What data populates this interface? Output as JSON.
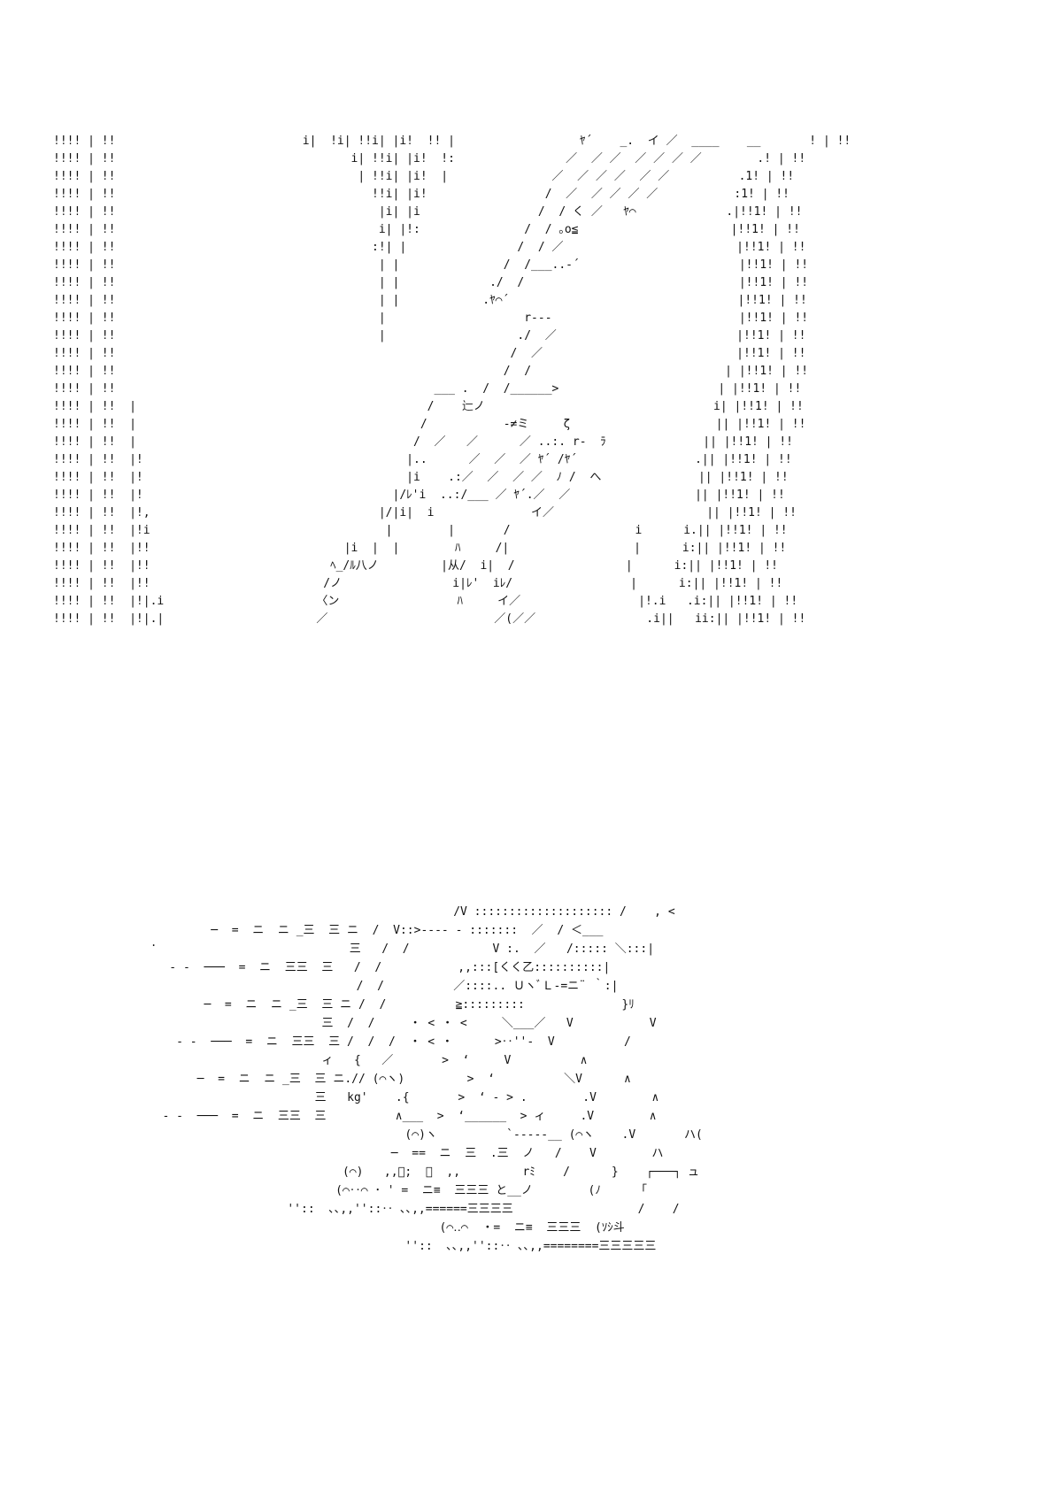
{
  "page": {
    "background": "#ffffff",
    "ink_color": "#111111"
  },
  "art": {
    "top_lines": [
      "!!!! | !!                           i|  !i| !!i| |i!  !! |                  ﾔ´    _.  イ ／  ____    __       ! | !!",
      "!!!! | !!                                  i| !!i| |i!  !:                ／  ／ ／  ／ ／ ／ ／        .! | !!",
      "!!!! | !!                                   | !!i| |i!  |               ／  ／ ／ ／  ／ ／          .1! | !!",
      "!!!! | !!                                     !!i| |i!                 /  ／  ／ ／ ／ ／           :1! | !!",
      "!!!! | !!                                      |i| |i                 /  / く ／   ﾔ⌒             .|!!1! | !!",
      "!!!! | !!                                      i| |!:               /  / ｡o≦                      |!!1! | !!",
      "!!!! | !!                                     :!| |                /  / ／                         |!!1! | !!",
      "!!!! | !!                                      | |               /  /___..-´                       |!!1! | !!",
      "!!!! | !!                                      | |             ./  /                               |!!1! | !!",
      "!!!! | !!                                      | |            .ﾔ⌒´                                 |!!1! | !!",
      "!!!! | !!                                      |                    r‐‐‐                           |!!1! | !!",
      "!!!! | !!                                      |                   ./  ／                          |!!1! | !!",
      "!!!! | !!                                                         /  ／                            |!!1! | !!",
      "!!!! | !!                                                        /  /                            | |!!1! | !!",
      "!!!! | !!                                              ___ .  /  /______>                       | |!!1! | !!",
      "!!!! | !!  |                                          /    辷ノ                                 i| |!!1! | !!",
      "!!!! | !!  |                                         /           -≠ミ     ζ                     || |!!1! | !!",
      "!!!! | !!  |                                        /  ／   ／      ／ ..:. r‐  ﾗ              || |!!1! | !!",
      "!!!! | !!  |!                                      |..      ／  ／  ／ ﾔ´ /ﾔ´                 .|| |!!1! | !!",
      "!!!! | !!  |!                                      |i    .:／  ／  ／ ／  ﾉ /  へ              || |!!1! | !!",
      "!!!! | !!  |!                                    |/ﾚ'i  ..:/___ ／ ﾔ´.／  ／                  || |!!1! | !!",
      "!!!! | !!  |!,                                 |/|i|  i              イ／                      || |!!1! | !!",
      "!!!! | !!  |!i                                  |        |       /                  i      i.|| |!!1! | !!",
      "!!!! | !!  |!!                            |i  |  |        ﾊ     /|                  |      i:|| |!!1! | !!",
      "!!!! | !!  |!!                          ﾍ_/ﾙ八ノ         |从/  i|  /                |      i:|| |!!1! | !!",
      "!!!! | !!  |!!                         /ノ                i|ﾚ'  iﾚ/                 |      i:|| |!!1! | !!",
      "!!!! | !!  |!|.i                      〈ン                 ﾊ     イ／                 |!.i   .i:|| |!!1! | !!",
      "!!!! | !!  |!|.|                      ／                        ／(／／                .i||   ii:|| |!!1! | !!"
    ],
    "bottom_lines": [
      "                                             /V :::::::::::::::::::: /    , <",
      "          ─  =  ニ  ニ ̲三  三 ニ  /  V::>‐‐‐‐ ‐ :::::::  ／  / ＜___",
      "                              三   /  /            V :.  ／   /::::: ＼:::|",
      "    ‐ ‐  ───  =  ニ  三三  三   /  /           ,,:::[くく乙::::::::::|",
      "                               /  /          ／::::.. ＵヽﾞＬ-=ニ¨ ｀:|",
      "         ─  =  ニ  ニ ̲三  三 ニ /  /          ≧:::::::::              }ﾘ",
      "                          三  /  /     ・ < ・ <     ＼___／   V           V",
      "     ‐ ‐  ───  =  ニ  三三  三 /  /  /  ・ < ・      >‥''‐  V          /",
      "                          ィ   {   ／       >  ‘     V          ∧",
      "        ─  =  ニ  ニ ̲三  三 ニ.// (⌒ヽ)         >  ‘          ＼V      ∧",
      "                         三   kg'    .{       >  ‘ ‐ > .        .V        ∧",
      "   ‐ ‐  ───  =  ニ  三三  三          ∧___  >  ‘______  > ィ     .V        ∧",
      "                                      (⌒)ヽ          `‐‐‐‐‐__ (⌒ヽ    .V       ハ(",
      "                                    ─  ==  ニ  三  .三  ノ   /    V        ハ",
      "                             (⌒)   ,,ﾟ;  ﾟ  ,,         rﾐ    /      }    ┌───┐ ュ",
      "                            (⌒‥⌒ ･ ' =  ニ≡  三三三 と__ノ        (ﾉ     「",
      "                     ''::  ､､,,''::‥ ､､,,======三三三三                  /    /",
      "                                           (⌒‥⌒  ・=  ニ≡  三三三  (ｿｼ斗",
      "                                      ''::  ､､,,''::‥ ､､,,========三三三三三"
    ],
    "stray_mark": "."
  }
}
